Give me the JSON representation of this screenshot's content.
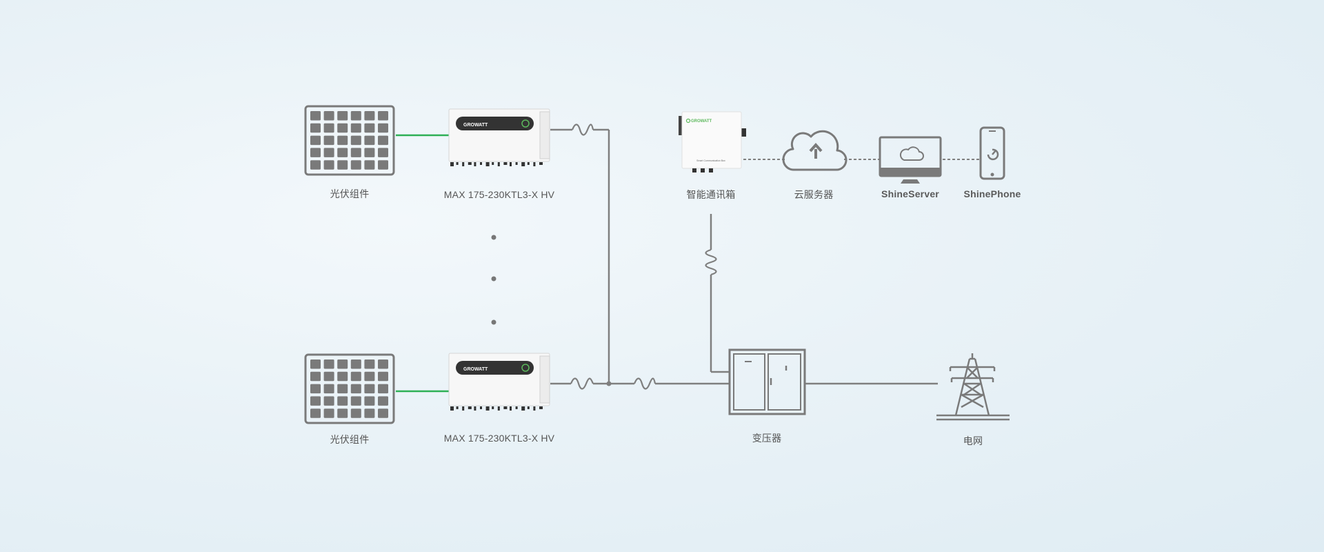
{
  "colors": {
    "line": "#7f7f7f",
    "panel": "#7a7a7a",
    "green_link": "#2db055",
    "inverter_body": "#f7f7f7",
    "inverter_display": "#333333",
    "brand_green": "#5cb85c"
  },
  "labels": {
    "pv_top": "光伏组件",
    "pv_bottom": "光伏组件",
    "inverter_top": "MAX 175-230KTL3-X HV",
    "inverter_bottom": "MAX 175-230KTL3-X HV",
    "comm_box": "智能通讯箱",
    "cloud": "云服务器",
    "shine_server": "ShineServer",
    "shine_phone": "ShinePhone",
    "transformer": "变压器",
    "grid": "电网"
  },
  "device_text": {
    "inverter_brand": "GROWATT",
    "comm_box_brand": "GROWATT",
    "comm_box_caption": "Smart Communication Box"
  },
  "icons": {
    "pv_panel": "solar-panel-icon",
    "cloud": "cloud-upload-icon",
    "server": "monitor-cloud-icon",
    "phone": "smartphone-icon",
    "transformer": "transformer-cabinet-icon",
    "grid": "power-tower-icon",
    "ac": "ac-sine-icon"
  }
}
